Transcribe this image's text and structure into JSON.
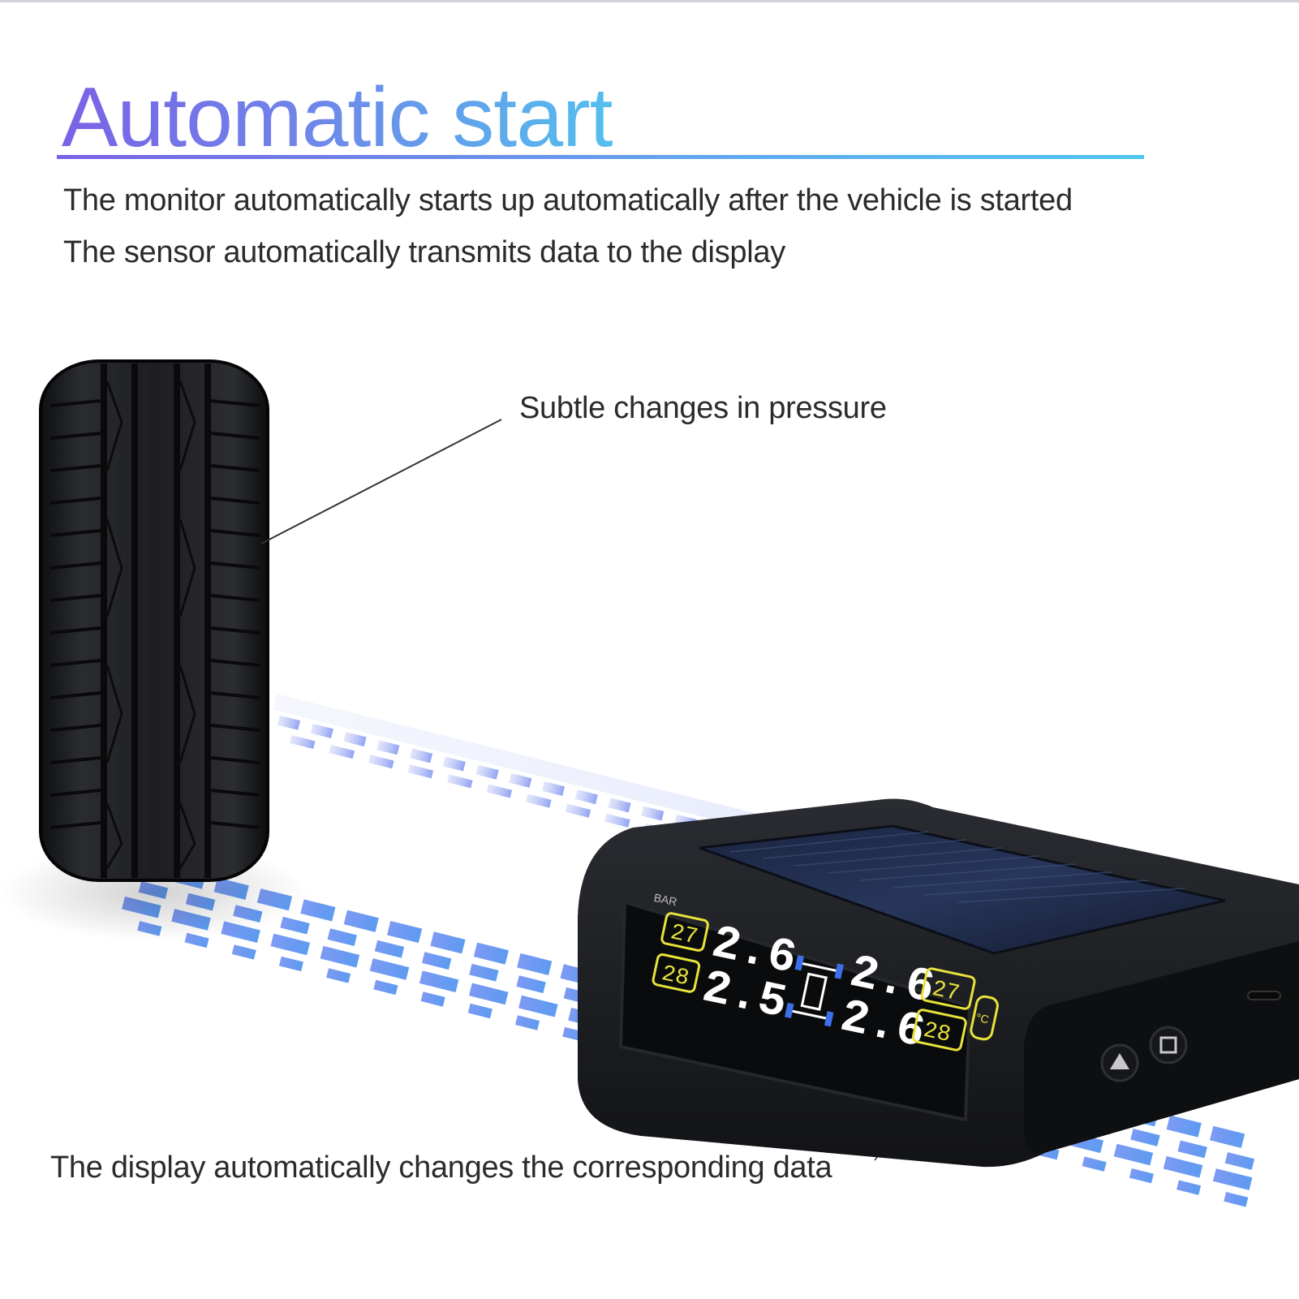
{
  "header": {
    "title": "Automatic start",
    "line1": "The monitor automatically starts up automatically after the vehicle is started",
    "line2": "The sensor automatically transmits data to the display"
  },
  "callouts": {
    "pressure": "Subtle changes in pressure",
    "display": "The display automatically changes the corresponding data"
  },
  "device": {
    "unit": "BAR",
    "front_left_pressure": "2.6",
    "rear_left_pressure": "2.5",
    "front_right_pressure": "2.6",
    "rear_right_pressure": "2.6",
    "front_left_temp": "27",
    "rear_left_temp": "28",
    "front_right_temp": "27",
    "rear_right_temp": "28",
    "temp_unit": "°C"
  },
  "colors": {
    "title_start": "#7a62e6",
    "title_end": "#54bfee",
    "track": "#5b7ef0",
    "lcd_pressure": "#ffffff",
    "lcd_temp": "#e8e23a",
    "lcd_marker": "#3c6fe8"
  }
}
